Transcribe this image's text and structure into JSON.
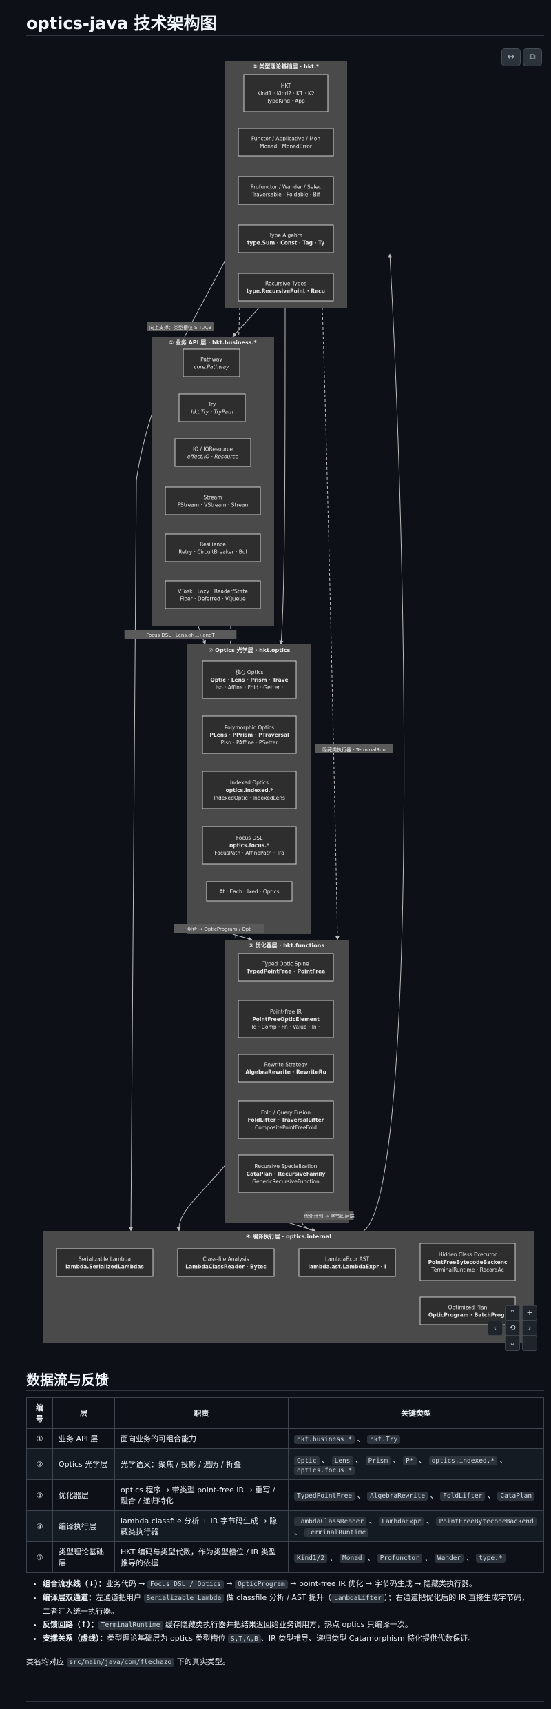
{
  "page": {
    "title": "optics-java 技术架构图"
  },
  "toolbar": {
    "expand_icon": "↔",
    "copy_icon": "⧉"
  },
  "diagram": {
    "groups": {
      "type": "⑤ 类型理论基础层 · hkt.*",
      "business": "① 业务 API 层 · hkt.business.*",
      "optics": "② Optics 光学层 · hkt.optics",
      "optimizer": "③ 优化器层 · hkt.functions",
      "compile": "④ 编译执行层 · optics.internal"
    },
    "nodes": {
      "hkt": [
        "HKT",
        "Kind1 · Kind2 · K1 · K2",
        "TypeKind · App"
      ],
      "functor": [
        "Functor / Applicative / Mon",
        "Monad · MonadError"
      ],
      "profunctor": [
        "Profunctor / Wander / Selec",
        "Traversable · Foldable · Bif"
      ],
      "typealgebra": [
        "Type Algebra",
        "type.Sum · Const · Tag · Ty"
      ],
      "recursive_types": [
        "Recursive Types",
        "type.RecursivePoint · Recu"
      ],
      "pathway": [
        "Pathway",
        "core.Pathway"
      ],
      "try": [
        "Try",
        "hkt.Try · TryPath"
      ],
      "io": [
        "IO / IOResource",
        "effect.IO · Resource"
      ],
      "stream": [
        "Stream",
        "FStream · VStream · Strean"
      ],
      "resilience": [
        "Resilience",
        "Retry · CircuitBreaker · Bul"
      ],
      "vtask": [
        "VTask · Lazy · Reader/State",
        "Fiber · Deferred · VQueue"
      ],
      "core_optic": [
        "核心 Optics",
        "Optic · Lens · Prism · Trave",
        "Iso · Affine · Fold · Getter ·"
      ],
      "poly_optic": [
        "Polymorphic Optics",
        "PLens · PPrism · PTraversal",
        "PIso · PAffine · PSetter"
      ],
      "indexed": [
        "Indexed Optics",
        "optics.indexed.*",
        "IndexedOptic · IndexedLens"
      ],
      "focus_dsl": [
        "Focus DSL",
        "optics.focus.*",
        "FocusPath · AffinePath · Tra"
      ],
      "at_each": [
        "At · Each · Ixed · Optics"
      ],
      "spine": [
        "Typed Optic Spine",
        "TypedPointFree · PointFree"
      ],
      "pointfree_ir": [
        "Point-free IR",
        "PointFreeOpticElement",
        "Id · Comp · Fn · Value · In ·"
      ],
      "rewrite": [
        "Rewrite Strategy",
        "AlgebraRewrite · RewriteRu"
      ],
      "fusion": [
        "Fold / Query Fusion",
        "FoldLifter · TraversalLifter",
        "CompositePointFreeFold"
      ],
      "recursive_spec": [
        "Recursive Specialization",
        "CataPlan · RecursiveFamily",
        "GenericRecursiveFunction"
      ],
      "serializable": [
        "Serializable Lambda",
        "lambda.SerializedLambdas"
      ],
      "classfile": [
        "Class-file Analysis",
        "LambdaClassReader · Bytec"
      ],
      "lambda_ast": [
        "LambdaExpr AST",
        "lambda.ast.LambdaExpr · l"
      ],
      "hidden_exec": [
        "Hidden Class Executor",
        "PointFreeBytecodeBackenc",
        "TerminalRuntime · RecordAc"
      ],
      "opt_plan": [
        "Optimized Plan",
        "OpticProgram · BatchProgr"
      ]
    },
    "edge_labels": {
      "lift": "向上支撑：类型槽位 S,T,A,B",
      "focus": "Focus DSL · Lens.of(...).andT",
      "compose": "组合 → OpticProgram / Opt",
      "hidden": "隐藏类执行器 · TerminalRun",
      "plan": "优化计划 → 字节码后端"
    }
  },
  "map_controls": {
    "up": "⌃",
    "reset": "⟲",
    "left": "‹",
    "right": "›",
    "down": "⌄",
    "zoom_in": "+",
    "zoom_out": "−"
  },
  "table": {
    "title": "数据流与反馈",
    "headers": [
      "编号",
      "层",
      "职责",
      "关键类型"
    ],
    "rows": [
      {
        "idx": "①",
        "layer": "业务 API 层",
        "duty": "面向业务的可组合能力",
        "types": [
          "hkt.business.*",
          "hkt.Try"
        ]
      },
      {
        "idx": "②",
        "layer": "Optics 光学层",
        "duty": "光学语义：聚焦 / 投影 / 遍历 / 折叠",
        "types": [
          "Optic",
          "Lens",
          "Prism",
          "P*",
          "optics.indexed.*",
          "optics.focus.*"
        ]
      },
      {
        "idx": "③",
        "layer": "优化器层",
        "duty": "optics 程序 → 带类型 point-free IR → 重写 / 融合 / 递归特化",
        "types": [
          "TypedPointFree",
          "AlgebraRewrite",
          "FoldLifter",
          "CataPlan"
        ]
      },
      {
        "idx": "④",
        "layer": "编译执行层",
        "duty": "lambda classfile 分析 + IR 字节码生成 → 隐藏类执行器",
        "types": [
          "LambdaClassReader",
          "LambdaExpr",
          "PointFreeBytecodeBackend",
          "TerminalRuntime"
        ]
      },
      {
        "idx": "⑤",
        "layer": "类型理论基础层",
        "duty": "HKT 编码与类型代数，作为类型槽位 / IR 类型推导的依据",
        "types": [
          "Kind1/2",
          "Monad",
          "Profunctor",
          "Wander",
          "type.*"
        ]
      }
    ]
  },
  "notes": [
    {
      "label": "组合流水线（↓）：",
      "parts": [
        "业务代码 → ",
        "@Focus DSL / Optics",
        " → ",
        "@OpticProgram",
        " → point-free IR 优化 → 字节码生成 → 隐藏类执行器。"
      ]
    },
    {
      "label": "编译层双通道：",
      "parts": [
        "左通道把用户 ",
        "@Serializable Lambda",
        " 做 classfile 分析 / AST 提升（",
        "@LambdaLifter",
        "）；右通道把优化后的 IR 直接生成字节码，二者汇入统一执行器。"
      ]
    },
    {
      "label": "反馈回路（↑）：",
      "parts": [
        "@TerminalRuntime",
        " 缓存隐藏类执行器并把结果返回给业务调用方，热点 optics 只编译一次。"
      ]
    },
    {
      "label": "支撑关系（虚线）：",
      "parts": [
        "类型理论基础层为 optics 类型槽位 ",
        "@S,T,A,B",
        "、IR 类型推导、递归类型 Catamorphism 特化提供代数保证。"
      ]
    }
  ],
  "footer": {
    "parts": [
      "类名均对应 ",
      "@src/main/java/com/flechazo",
      " 下的真实类型。"
    ]
  },
  "colors": {
    "page_bg": "#0d1117",
    "group_fill": "#4a4a4a",
    "node_fill": "#2e2e2e",
    "edge": "#bdbdbd"
  }
}
